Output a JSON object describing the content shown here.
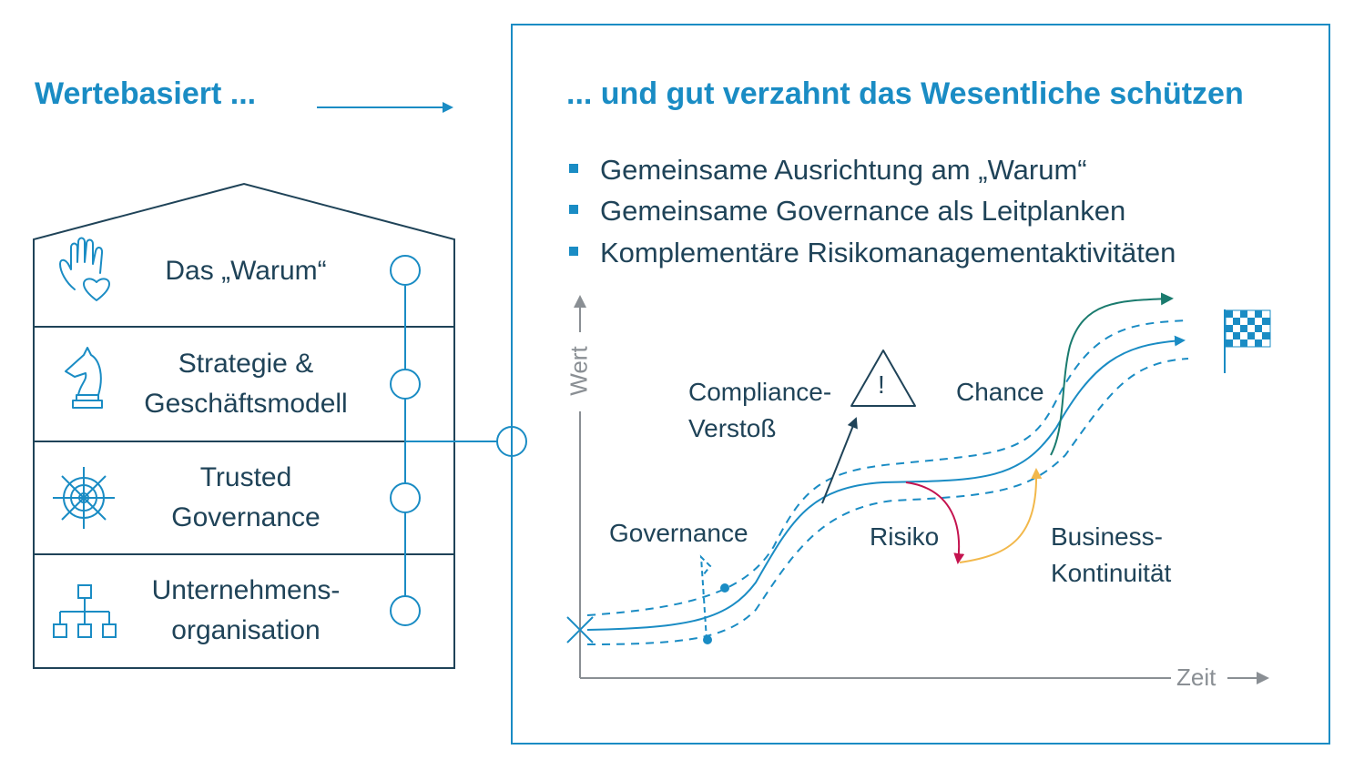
{
  "left_title": "Wertebasiert ...",
  "right_title": "... und gut verzahnt das Wesentliche schützen",
  "house": {
    "rows": [
      {
        "label_lines": [
          "Das „Warum“"
        ],
        "icon": "hand-heart-icon"
      },
      {
        "label_lines": [
          "Strategie &",
          "Geschäftsmodell"
        ],
        "icon": "chess-knight-icon"
      },
      {
        "label_lines": [
          "Trusted",
          "Governance"
        ],
        "icon": "ship-wheel-icon"
      },
      {
        "label_lines": [
          "Unternehmens-",
          "organisation"
        ],
        "icon": "org-chart-icon"
      }
    ]
  },
  "bullets": [
    "Gemeinsame Ausrichtung am „Warum“",
    "Gemeinsame Governance als Leitplanken",
    "Komplementäre Risikomanagementaktivitäten"
  ],
  "chart": {
    "y_axis_label": "Wert",
    "x_axis_label": "Zeit",
    "labels": {
      "compliance_line1": "Compliance-",
      "compliance_line2": "Verstoß",
      "chance": "Chance",
      "governance": "Governance",
      "risiko": "Risiko",
      "business_line1": "Business-",
      "business_line2": "Kontinuität",
      "warning_mark": "!"
    },
    "icons": [
      "warning-triangle-icon",
      "checkered-flag-icon",
      "start-cross-icon"
    ]
  },
  "colors": {
    "accent": "#1a8cc4",
    "dark": "#1f4358",
    "risk": "#c4134f",
    "continuity": "#f2b84b",
    "chance": "#1a7b6e",
    "axis": "#8a8f94"
  }
}
